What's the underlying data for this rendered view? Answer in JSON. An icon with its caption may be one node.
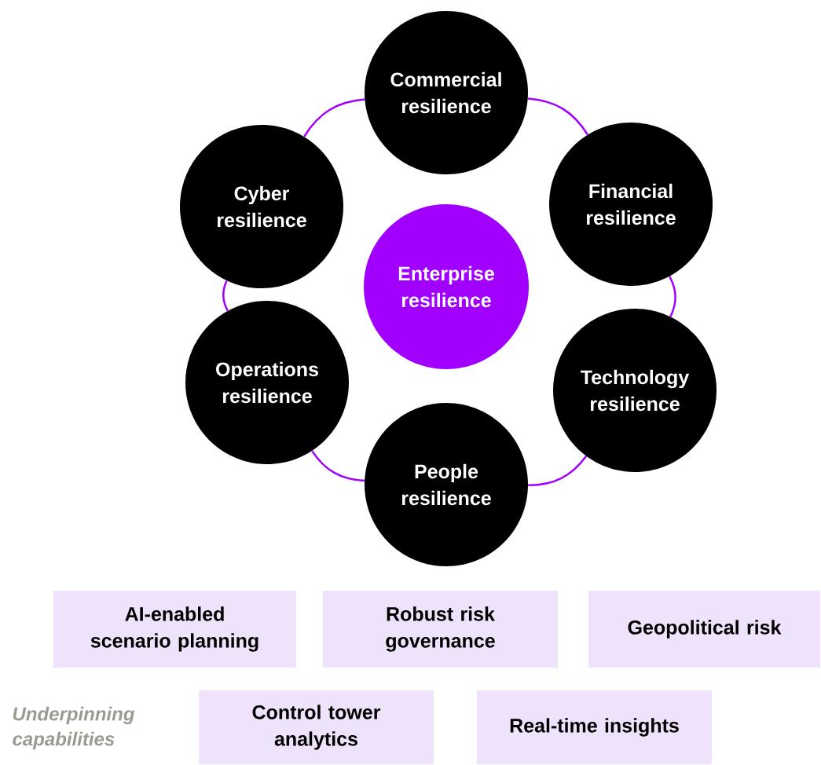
{
  "diagram": {
    "nodes": [
      {
        "text": [
          "Commercial resilience"
        ]
      },
      {
        "text": [
          "Cyber resilience"
        ]
      },
      {
        "text": [
          "Financial resilience"
        ]
      },
      {
        "text": [
          "Enterprise resilience"
        ]
      },
      {
        "text": [
          "Operations resilience"
        ]
      },
      {
        "text": [
          "Technology resilience"
        ]
      },
      {
        "text": [
          "People resilience"
        ]
      },
      {
        "text": [
          "AI-enabled scenario planning"
        ]
      },
      {
        "text": [
          "Robust risk governance"
        ]
      },
      {
        "text": [
          "Geopolitical risk"
        ]
      },
      {
        "text": [
          "Control tower analytics"
        ]
      },
      {
        "text": [
          "Real-time insights"
        ]
      }
    ],
    "edges": [
      {
        "from": 0,
        "to": 2,
        "arrow": "none"
      },
      {
        "from": 2,
        "to": 5,
        "arrow": "none"
      },
      {
        "from": 5,
        "to": 6,
        "arrow": "none"
      },
      {
        "from": 6,
        "to": 4,
        "arrow": "none"
      },
      {
        "from": 4,
        "to": 1,
        "arrow": "none"
      },
      {
        "from": 1,
        "to": 0,
        "arrow": "none"
      }
    ],
    "labels": [
      "Underpinning capabilities"
    ]
  }
}
